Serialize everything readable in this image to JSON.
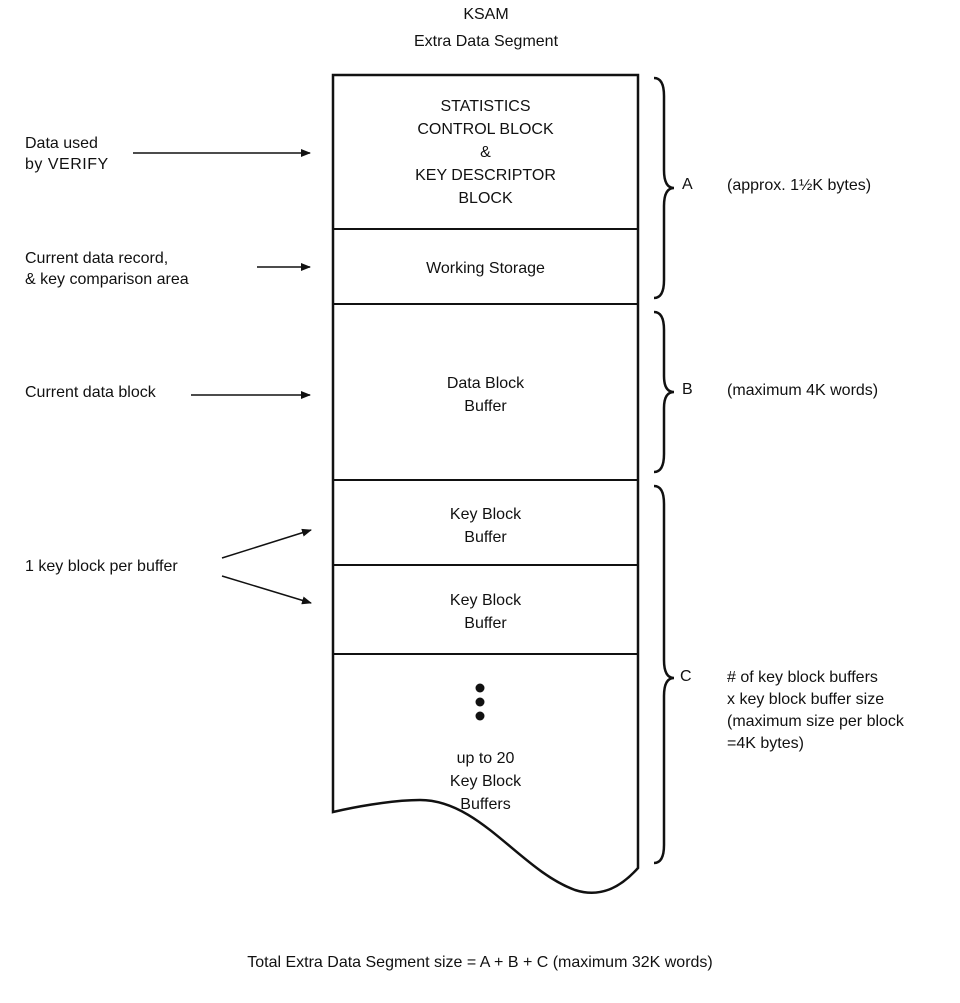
{
  "title": "KSAM",
  "subtitle": "Extra Data Segment",
  "segments": {
    "stats": [
      "STATISTICS",
      "CONTROL BLOCK",
      "&",
      "KEY DESCRIPTOR",
      "BLOCK"
    ],
    "working": "Working Storage",
    "data_block": [
      "Data Block",
      "Buffer"
    ],
    "key_block_1": [
      "Key Block",
      "Buffer"
    ],
    "key_block_2": [
      "Key Block",
      "Buffer"
    ],
    "more": [
      "up to 20",
      "Key Block",
      "Buffers"
    ]
  },
  "left_labels": {
    "verify": [
      "Data used",
      "by VERIFY"
    ],
    "record": [
      "Current data record,",
      "& key comparison area"
    ],
    "block": "Current data block",
    "key": "1 key block per buffer"
  },
  "groups": {
    "a": {
      "letter": "A",
      "note": "(approx. 1½K bytes)"
    },
    "b": {
      "letter": "B",
      "note": "(maximum 4K words)"
    },
    "c": {
      "letter": "C",
      "note": [
        "# of key block buffers",
        "x key block buffer size",
        "(maximum size per block",
        "=4K bytes)"
      ]
    }
  },
  "footer": "Total Extra Data Segment size = A + B + C (maximum 32K words)"
}
